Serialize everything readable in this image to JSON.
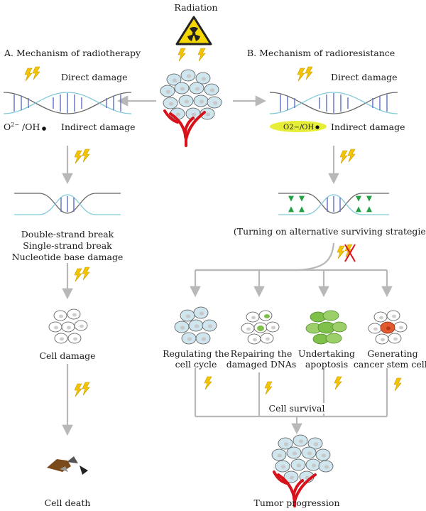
{
  "top": {
    "label": "Radiation"
  },
  "left": {
    "title": "A. Mechanism of radiotherapy",
    "direct_damage": "Direct damage",
    "radicals_base": "O",
    "radicals_charge": "2−",
    "radicals_rest": " /OH",
    "indirect_damage": "Indirect damage",
    "breaks": [
      "Double-strand break",
      "Single-strand break",
      "Nucleotide base damage"
    ],
    "cell_damage": "Cell damage",
    "cell_death": "Cell death"
  },
  "right": {
    "title": "B. Mechanism of radioresistance",
    "direct_damage": "Direct damage",
    "radicals": "O2−/OH",
    "indirect_damage": "Indirect damage",
    "strategies_label": "(Turning on alternative surviving strategies)",
    "branches": [
      {
        "line1": "Regulating the",
        "line2": "cell cycle"
      },
      {
        "line1": "Repairing the",
        "line2": "damaged DNAs"
      },
      {
        "line1": "Undertaking",
        "line2": "apoptosis"
      },
      {
        "line1": "Generating",
        "line2": "cancer stem cells"
      }
    ],
    "cell_survival": "Cell survival",
    "tumor_progression": "Tumor progression"
  },
  "colors": {
    "arrow": "#b8b8b8",
    "lightning": "#f4c400",
    "dna_blue": "#5b6fc4",
    "dna_backbone": "#666666",
    "cell_fill": "#cfe6ef",
    "vessel": "#d8121a",
    "radical_highlight": "#e7ee37",
    "green_arrow": "#22a045",
    "apoptosis_green": "#7ec04a",
    "stem_red": "#e25a2e",
    "hazard_yellow": "#f5d800"
  }
}
